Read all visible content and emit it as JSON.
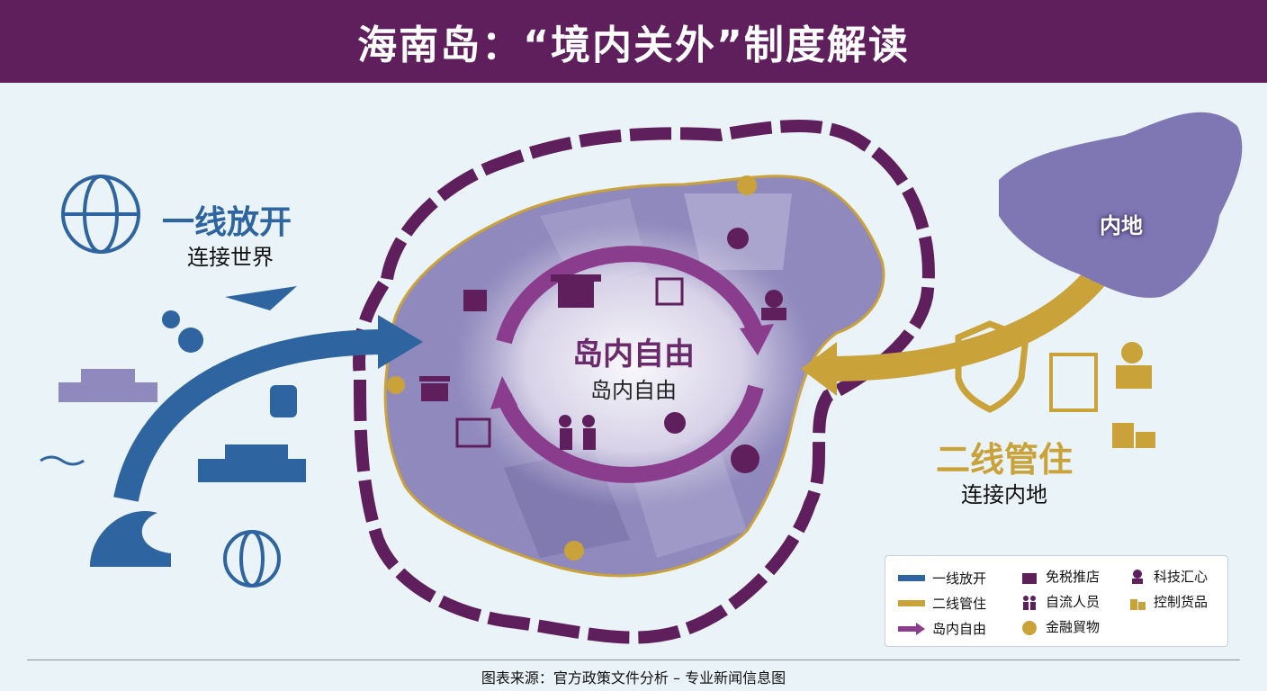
{
  "header": {
    "title": "海南岛：“境内关外”制度解读"
  },
  "left": {
    "title": "一线放开",
    "subtitle": "连接世界"
  },
  "right": {
    "title": "二线管住",
    "subtitle": "连接内地"
  },
  "center": {
    "title": "岛内自由",
    "subtitle": "岛内自由"
  },
  "map": {
    "mainland_label": "内地"
  },
  "legend": {
    "items": [
      {
        "label": "一线放开",
        "icon": "blue-line"
      },
      {
        "label": "免税推店",
        "icon": "shop-icon"
      },
      {
        "label": "科技汇心",
        "icon": "tech-person-icon"
      },
      {
        "label": "二线管住",
        "icon": "gold-line"
      },
      {
        "label": "自流人员",
        "icon": "people-icon"
      },
      {
        "label": "控制货品",
        "icon": "goods-icon"
      },
      {
        "label": "岛内自由",
        "icon": "purple-arrow"
      },
      {
        "label": "金融貿物",
        "icon": "coin-icon"
      }
    ]
  },
  "footer": {
    "text": "图表来源：官方政策文件分析 – 专业新闻信息图"
  },
  "colors": {
    "header_bg": "#5e1f5c",
    "blue": "#2e64a0",
    "gold": "#c9a23a",
    "purple": "#6a2a6c",
    "island": "#8f89bd"
  }
}
